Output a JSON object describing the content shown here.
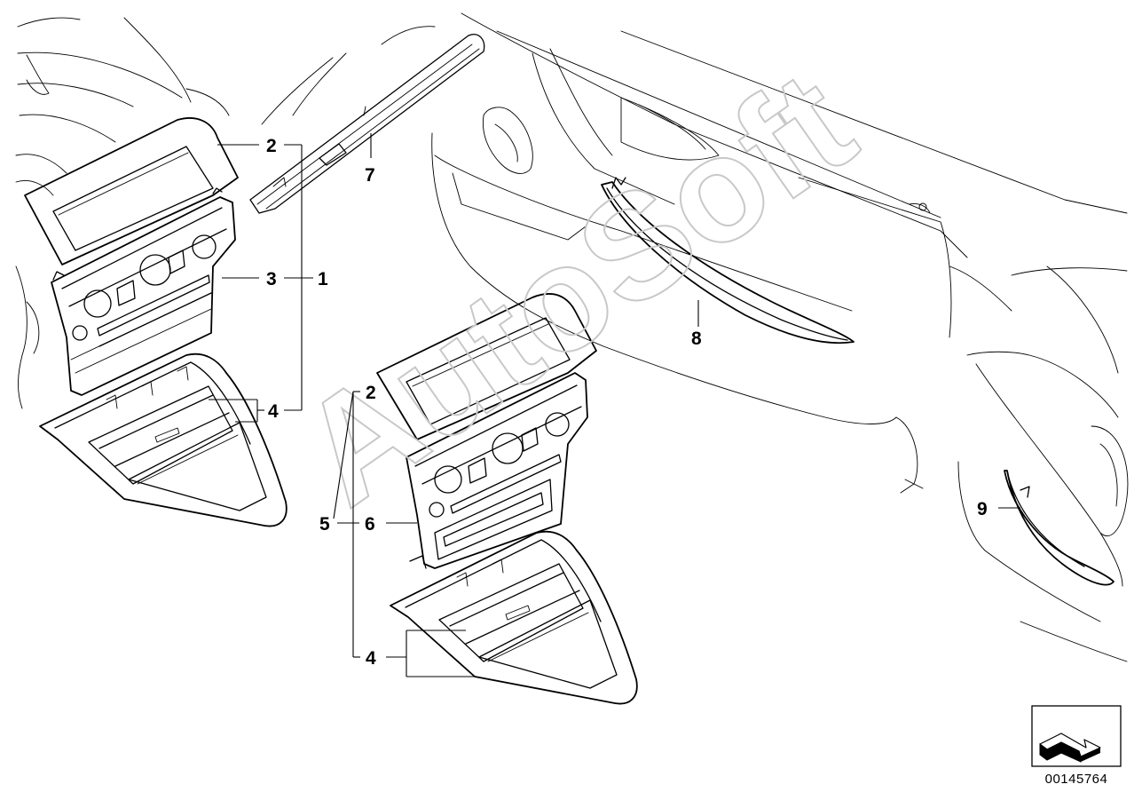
{
  "watermark": "AutoSoft",
  "callouts": [
    {
      "id": "c2a",
      "label": "2"
    },
    {
      "id": "c3",
      "label": "3"
    },
    {
      "id": "c1",
      "label": "1"
    },
    {
      "id": "c4a",
      "label": "4"
    },
    {
      "id": "c7",
      "label": "7"
    },
    {
      "id": "c8",
      "label": "8"
    },
    {
      "id": "c2b",
      "label": "2"
    },
    {
      "id": "c5",
      "label": "5"
    },
    {
      "id": "c6",
      "label": "6"
    },
    {
      "id": "c4b",
      "label": "4"
    },
    {
      "id": "c9",
      "label": "9"
    }
  ],
  "document_number": "00145764",
  "orientation_icon": "arrow-icon"
}
